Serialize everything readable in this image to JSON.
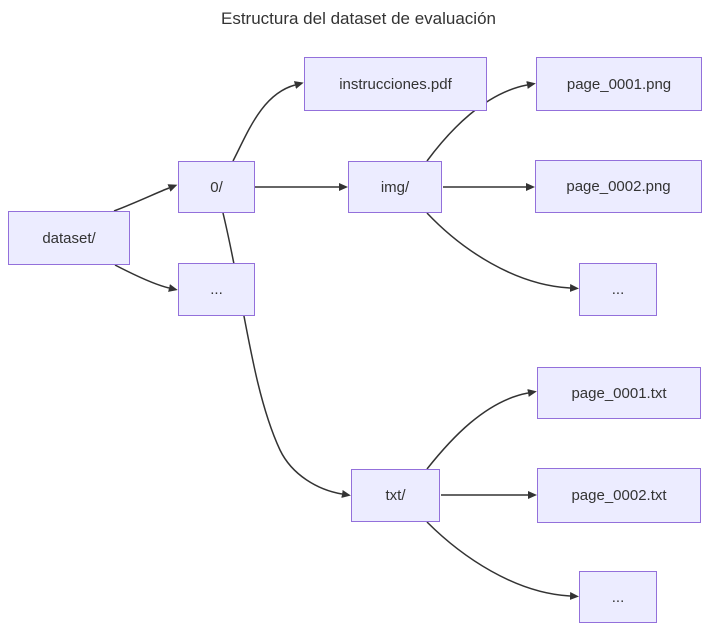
{
  "title": "Estructura del dataset de evaluación",
  "colors": {
    "background": "#FFFFFF",
    "node_fill": "#ECECFF",
    "node_border": "#9370DB",
    "edge": "#333333",
    "text": "#333333"
  },
  "nodes": {
    "dataset": {
      "label": "dataset/"
    },
    "zero": {
      "label": "0/"
    },
    "ellipsis_root": {
      "label": "..."
    },
    "instrucciones": {
      "label": "instrucciones.pdf"
    },
    "img": {
      "label": "img/"
    },
    "page_0001_png": {
      "label": "page_0001.png"
    },
    "page_0002_png": {
      "label": "page_0002.png"
    },
    "ellipsis_img": {
      "label": "..."
    },
    "txt": {
      "label": "txt/"
    },
    "page_0001_txt": {
      "label": "page_0001.txt"
    },
    "page_0002_txt": {
      "label": "page_0002.txt"
    },
    "ellipsis_txt": {
      "label": "..."
    }
  },
  "edges": [
    {
      "from": "dataset/",
      "to": "0/"
    },
    {
      "from": "dataset/",
      "to": "..."
    },
    {
      "from": "0/",
      "to": "instrucciones.pdf"
    },
    {
      "from": "0/",
      "to": "img/"
    },
    {
      "from": "0/",
      "to": "txt/"
    },
    {
      "from": "img/",
      "to": "page_0001.png"
    },
    {
      "from": "img/",
      "to": "page_0002.png"
    },
    {
      "from": "img/",
      "to": "..."
    },
    {
      "from": "txt/",
      "to": "page_0001.txt"
    },
    {
      "from": "txt/",
      "to": "page_0002.txt"
    },
    {
      "from": "txt/",
      "to": "..."
    }
  ]
}
